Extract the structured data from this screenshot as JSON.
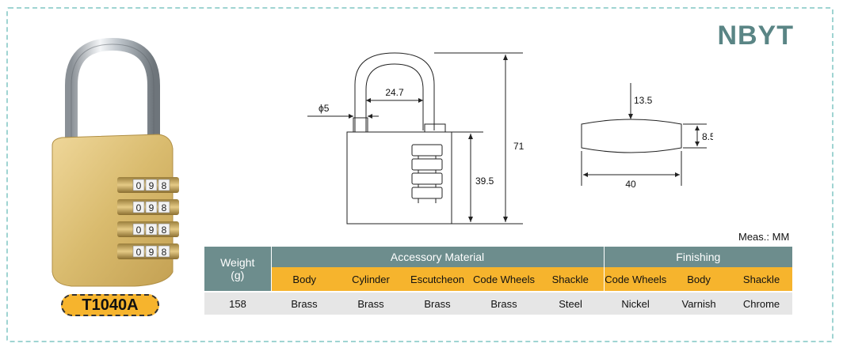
{
  "brand": "NBYT",
  "model": "T1040A",
  "measurement_unit": "Meas.: MM",
  "dimensions": {
    "shackle_diameter": "ϕ5",
    "shackle_inner_width": "24.7",
    "total_height": "71",
    "body_height": "39.5",
    "side_top": "13.5",
    "side_thickness": "8.5",
    "side_width": "40"
  },
  "table": {
    "weight_header": "Weight",
    "weight_unit": "(g)",
    "accessory_header": "Accessory Material",
    "finishing_header": "Finishing",
    "accessory_columns": [
      "Body",
      "Cylinder",
      "Escutcheon",
      "Code Wheels",
      "Shackle"
    ],
    "finishing_columns": [
      "Code Wheels",
      "Body",
      "Shackle"
    ],
    "values": {
      "weight": "158",
      "accessory": [
        "Brass",
        "Brass",
        "Brass",
        "Brass",
        "Steel"
      ],
      "finishing": [
        "Nickel",
        "Varnish",
        "Chrome"
      ]
    }
  },
  "colors": {
    "header_bg": "#6d8d8d",
    "subheader_bg": "#f6b42d",
    "value_bg": "#e6e6e6",
    "brand": "#5a8585",
    "frame": "#9fd4d2"
  },
  "padlock_code_digits": [
    "0",
    "9",
    "8"
  ]
}
